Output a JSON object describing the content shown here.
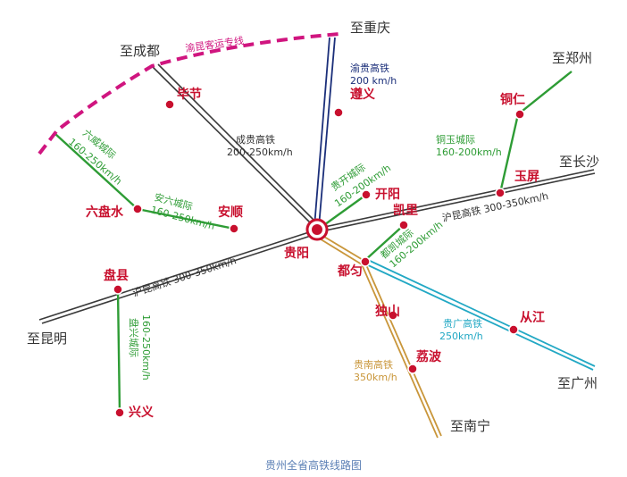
{
  "colors": {
    "gray_line": "#3a3a3a",
    "green_line": "#2e9c35",
    "blue_line": "#1b2f7a",
    "cyan_line": "#22a8c4",
    "gold_line": "#c9963a",
    "magenta_line": "#d0157f",
    "city_text": "#c8102e",
    "station_fill": "#c8102e"
  },
  "cities": {
    "guiyang": "贵阳",
    "bijie": "毕节",
    "zunyi": "遵义",
    "kaiyang": "开阳",
    "kaili": "凯里",
    "yuping": "玉屏",
    "tongren": "铜仁",
    "duyun": "都匀",
    "dushan": "独山",
    "libo": "荔波",
    "congjiang": "从江",
    "anshun": "安顺",
    "liupanshui": "六盘水",
    "panxian": "盘县",
    "xingyi": "兴义"
  },
  "destinations": {
    "chengdu": "至成都",
    "chongqing": "至重庆",
    "zhengzhou": "至郑州",
    "changsha": "至长沙",
    "kunming": "至昆明",
    "guangzhou": "至广州",
    "nanning": "至南宁"
  },
  "lines": {
    "yukun": "渝昆客运专线",
    "yugui_name": "渝贵高铁",
    "yugui_speed": "200 km/h",
    "chenggui_name": "成贵高铁",
    "chenggui_speed": "200-250km/h",
    "tongyu_name": "铜玉城际",
    "tongyu_speed": "160-200km/h",
    "hukun_east": "沪昆高铁 300-350km/h",
    "hukun_west": "沪昆高铁 300-350km/h",
    "guikai": "贵开城际",
    "guikai_speed": "160-200km/h",
    "dukai": "都凯城际",
    "dukai_speed": "160-200km/h",
    "guiguang_name": "贵广高铁",
    "guiguang_speed": "250km/h",
    "guinan_name": "贵南高铁",
    "guinan_speed": "350km/h",
    "anliu": "安六城际",
    "anliu_speed": "160-250km/h",
    "liuwei": "六威城际",
    "liuwei_speed": "160-250km/h",
    "panxing": "盘兴城际",
    "panxing_speed": "160-250km/h"
  },
  "caption": "贵州全省高铁线路图"
}
